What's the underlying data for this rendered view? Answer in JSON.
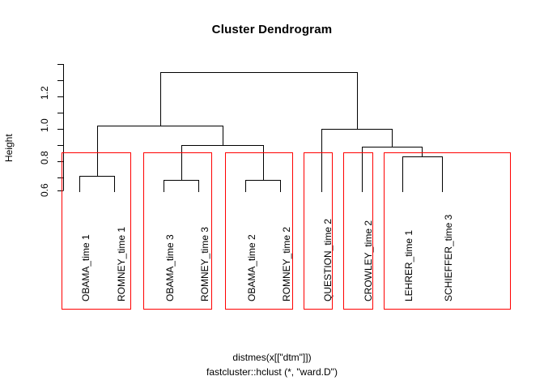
{
  "title": "Cluster Dendrogram",
  "axis": {
    "ylabel": "Height",
    "tick_labels": [
      "0.6",
      "0.8",
      "1.0",
      "1.2"
    ]
  },
  "caption": {
    "line1": "distmes(x[[\"dtm\"]])",
    "line2": "fastcluster::hclust (*, \"ward.D\")"
  },
  "colors": {
    "tree": "#000000",
    "cluster_box": "#FF0000",
    "axis": "#000000",
    "background": "#FFFFFF"
  },
  "leaves": [
    "OBAMA_time 1",
    "ROMNEY_time 1",
    "OBAMA_time 3",
    "ROMNEY_time 3",
    "OBAMA_time 2",
    "ROMNEY_time 2",
    "QUESTION_time 2",
    "CROWLEY_time 2",
    "LEHRER_time 1",
    "SCHIEFFER_time 3"
  ],
  "chart_data": {
    "type": "dendrogram",
    "title": "Cluster Dendrogram",
    "xlabel": "",
    "ylabel": "Height",
    "ylim": [
      0.52,
      1.32
    ],
    "ytick_values": [
      0.6,
      0.8,
      1.0,
      1.2
    ],
    "minor_ticks": [
      0.5,
      0.7,
      0.9,
      1.1,
      1.3
    ],
    "grid": false,
    "legend": "none",
    "method": "ward.D",
    "distance": "distmes(x[[\"dtm\"]])",
    "labels": [
      "OBAMA_time 1",
      "ROMNEY_time 1",
      "OBAMA_time 3",
      "ROMNEY_time 3",
      "OBAMA_time 2",
      "ROMNEY_time 2",
      "QUESTION_time 2",
      "CROWLEY_time 2",
      "LEHRER_time 1",
      "SCHIEFFER_time 3"
    ],
    "merges": [
      {
        "id": "m1",
        "left": "OBAMA_time 1",
        "right": "ROMNEY_time 1",
        "height": 0.62
      },
      {
        "id": "m2",
        "left": "OBAMA_time 3",
        "right": "ROMNEY_time 3",
        "height": 0.6
      },
      {
        "id": "m3",
        "left": "OBAMA_time 2",
        "right": "ROMNEY_time 2",
        "height": 0.6
      },
      {
        "id": "m4",
        "left": "LEHRER_time 1",
        "right": "SCHIEFFER_time 3",
        "height": 0.74
      },
      {
        "id": "m5",
        "left": "m2",
        "right": "m3",
        "height": 0.87
      },
      {
        "id": "m6",
        "left": "CROWLEY_time 2",
        "right": "m4",
        "height": 0.82
      },
      {
        "id": "m7",
        "left": "m1",
        "right": "m5",
        "height": 1.01
      },
      {
        "id": "m8",
        "left": "QUESTION_time 2",
        "right": "m6",
        "height": 0.99
      },
      {
        "id": "m9",
        "left": "m7",
        "right": "m8",
        "height": 1.28
      }
    ],
    "cluster_boxes": [
      {
        "index": 1,
        "members": [
          "OBAMA_time 1",
          "ROMNEY_time 1"
        ]
      },
      {
        "index": 2,
        "members": [
          "OBAMA_time 3",
          "ROMNEY_time 3"
        ]
      },
      {
        "index": 3,
        "members": [
          "OBAMA_time 2",
          "ROMNEY_time 2"
        ]
      },
      {
        "index": 4,
        "members": [
          "QUESTION_time 2"
        ]
      },
      {
        "index": 5,
        "members": [
          "CROWLEY_time 2"
        ]
      },
      {
        "index": 6,
        "members": [
          "LEHRER_time 1",
          "SCHIEFFER_time 3"
        ]
      }
    ],
    "cluster_cut_height": 0.84,
    "num_clusters": 6
  }
}
